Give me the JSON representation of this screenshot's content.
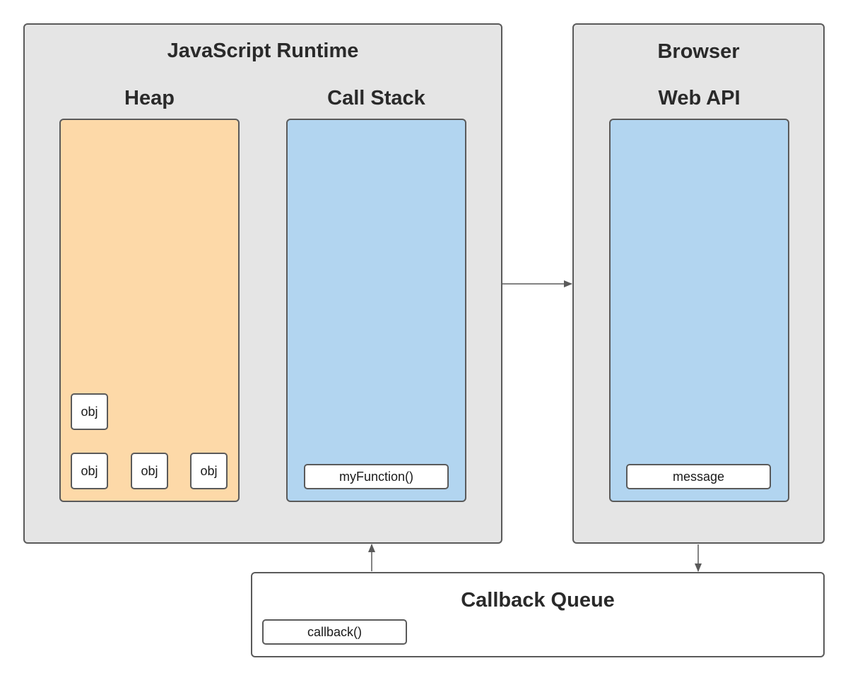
{
  "runtime": {
    "title": "JavaScript Runtime",
    "heap": {
      "label": "Heap",
      "objects": [
        "obj",
        "obj",
        "obj",
        "obj"
      ]
    },
    "call_stack": {
      "label": "Call Stack",
      "frames": [
        "myFunction()"
      ]
    }
  },
  "browser": {
    "title": "Browser",
    "web_api": {
      "label": "Web API",
      "items": [
        "message"
      ]
    }
  },
  "callback_queue": {
    "title": "Callback Queue",
    "items": [
      "callback()"
    ]
  },
  "colors": {
    "region_fill": "#e5e5e5",
    "heap_fill": "#fdd9a8",
    "stack_fill": "#b2d5f0",
    "border": "#5a5a5a",
    "arrow": "#5a5a5a"
  }
}
